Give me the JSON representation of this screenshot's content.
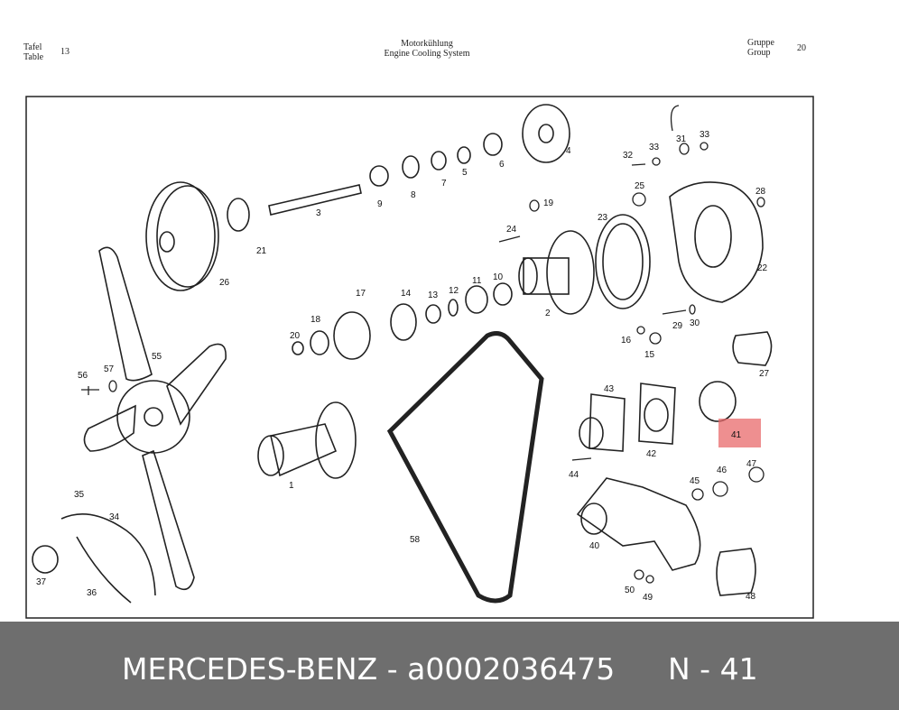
{
  "header": {
    "left_lines": [
      "Tafel",
      "Table"
    ],
    "left_number": "13",
    "center_lines": [
      "Motorkühlung",
      "Engine Cooling System"
    ],
    "right_lines": [
      "Gruppe",
      "Group"
    ],
    "right_number": "20"
  },
  "callouts": [
    "1",
    "2",
    "3",
    "4",
    "5",
    "6",
    "7",
    "8",
    "9",
    "10",
    "11",
    "12",
    "13",
    "14",
    "15",
    "16",
    "17",
    "18",
    "19",
    "20",
    "21",
    "22",
    "23",
    "24",
    "25",
    "26",
    "27",
    "28",
    "29",
    "30",
    "31",
    "32",
    "33",
    "33",
    "34",
    "35",
    "36",
    "37",
    "40",
    "41",
    "42",
    "43",
    "44",
    "45",
    "46",
    "47",
    "48",
    "49",
    "50",
    "55",
    "56",
    "57",
    "58"
  ],
  "highlighted_callout": "41",
  "highlight_color": "#e8696b",
  "footer": {
    "brand_part": "MERCEDES-BENZ - a0002036475",
    "position": "N - 41"
  }
}
